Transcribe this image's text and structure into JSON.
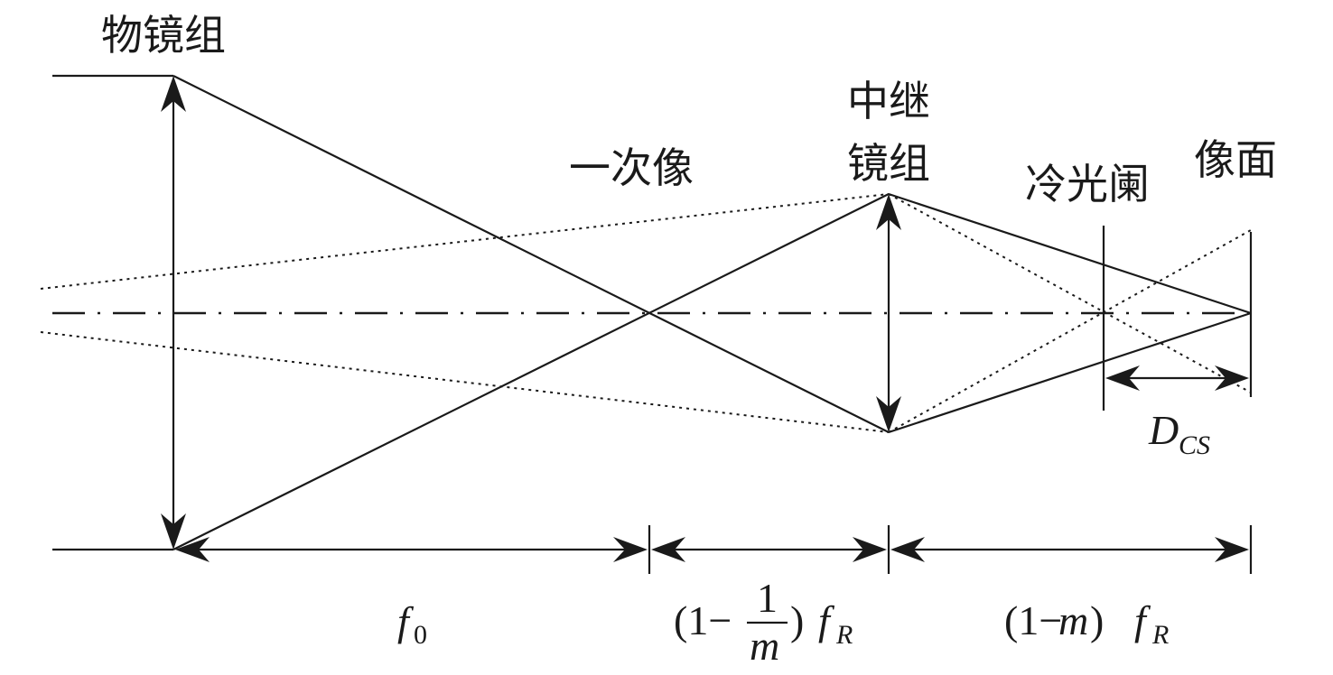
{
  "labels": {
    "objective_group": "物镜组",
    "primary_image": "一次像",
    "relay_group_line1": "中继",
    "relay_group_line2": "镜组",
    "cold_stop": "冷光阑",
    "image_plane": "像面"
  },
  "dimensions": {
    "f0": {
      "main": "f",
      "sub": "0"
    },
    "relay_gap": {
      "open": "(1−",
      "numerator": "1",
      "denominator": "m",
      "close": ")",
      "f": "f",
      "sub": "R"
    },
    "image_gap": {
      "open": "(1−",
      "m": "m",
      "close": ")",
      "f": "f",
      "sub": "R"
    },
    "dcs": {
      "main": "D",
      "sub": "CS"
    }
  }
}
